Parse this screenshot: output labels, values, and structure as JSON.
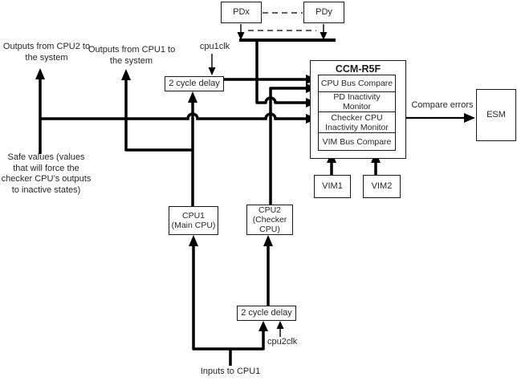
{
  "labels": {
    "outputs_cpu2": [
      "Outputs from CPU2 to",
      "the system"
    ],
    "outputs_cpu1": [
      "Outputs from CPU1 to",
      "the system"
    ],
    "cpu1clk": "cpu1clk",
    "cpu2clk": "cpu2clk",
    "safe_values": [
      "Safe values (values",
      "that will force the",
      "checker CPU’s outputs",
      "to inactive states)"
    ],
    "compare_errors": "Compare errors",
    "inputs_cpu1": "Inputs to CPU1"
  },
  "boxes": {
    "pdx": "PDx",
    "pdy": "PDy",
    "delay_top": "2 cycle delay",
    "delay_bottom": "2 cycle delay",
    "esm": "ESM",
    "vim1": "VIM1",
    "vim2": "VIM2",
    "cpu1": [
      "CPU1",
      "(Main CPU)"
    ],
    "cpu2": [
      "CPU2",
      "(Checker",
      "CPU)"
    ],
    "ccm": {
      "title": "CCM-R5F",
      "rows": [
        "CPU Bus Compare",
        [
          "PD Inactivity",
          "Monitor"
        ],
        [
          "Checker CPU",
          "Inactivity Monitor"
        ],
        "VIM Bus Compare"
      ]
    }
  },
  "colors": {
    "line": "#000000",
    "text": "#262626",
    "background": "#ffffff"
  }
}
